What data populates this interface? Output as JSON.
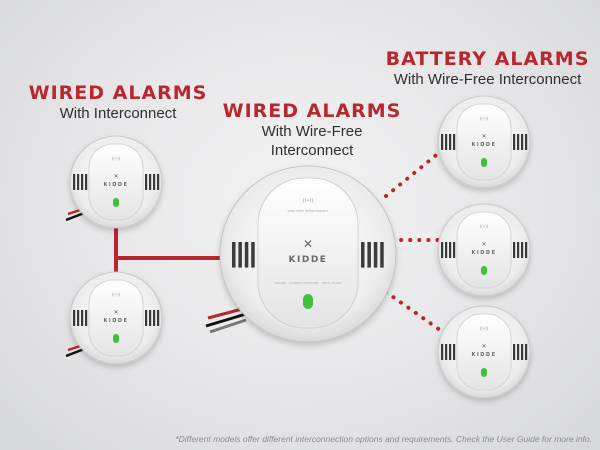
{
  "headings": {
    "wired_interconnect": {
      "title": "WIRED ALARMS",
      "subtitle": "With Interconnect"
    },
    "wired_wirefree": {
      "title": "WIRED ALARMS",
      "subtitle_line1": "With Wire-Free",
      "subtitle_line2": "Interconnect"
    },
    "battery_wirefree": {
      "title": "BATTERY ALARMS",
      "subtitle": "With Wire-Free Interconnect"
    }
  },
  "brand": "KIDDE",
  "footnote": "*Different models offer different interconnection options and requirements. Check the User Guide for more info.",
  "colors": {
    "accent_red": "#b8272d",
    "indicator_green": "#3fbf3f",
    "alarm_body": "#f4f4f4"
  },
  "icons": {
    "brand_logo": "kidde-logo-icon",
    "status_light": "green-led-icon"
  }
}
